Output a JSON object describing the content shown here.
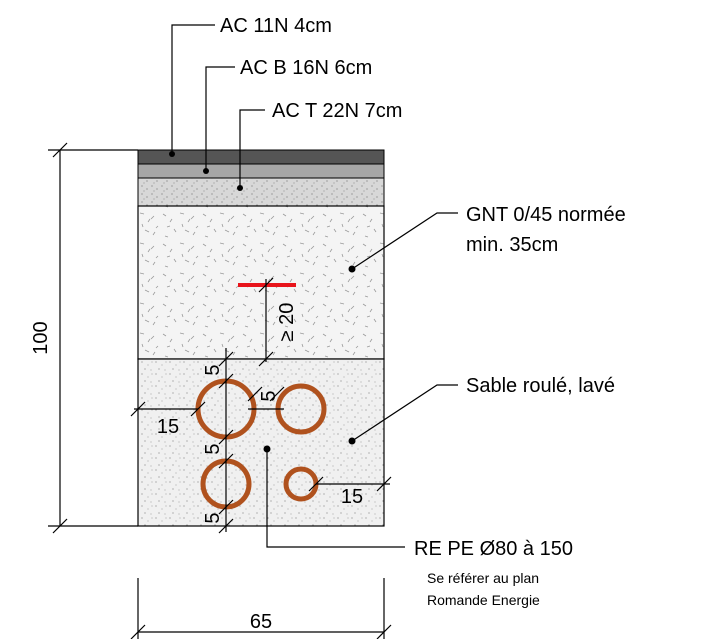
{
  "layers": [
    {
      "label": "AC 11N 4cm"
    },
    {
      "label": "AC B 16N 6cm"
    },
    {
      "label": "AC T 22N 7cm"
    },
    {
      "label_line1": "GNT 0/45 normée",
      "label_line2": "min. 35cm"
    },
    {
      "label": "Sable roulé, lavé"
    }
  ],
  "pipes": {
    "label": "RE PE Ø80 à 150",
    "note_line1": "Se référer au plan",
    "note_line2": "Romande Energie"
  },
  "dimensions": {
    "total_height": "100",
    "width": "65",
    "min_cover": "≥ 20",
    "spacing_top": "5",
    "spacing_between": "5",
    "spacing_mid": "5",
    "spacing_bottom": "5",
    "side_left": "15",
    "side_right": "15"
  },
  "colors": {
    "asphalt_top": "#555555",
    "asphalt_mid": "#a6a6a6",
    "asphalt_base": "#d4d4d4",
    "pipe": "#b0521e",
    "warning_tape": "#e8141b"
  }
}
